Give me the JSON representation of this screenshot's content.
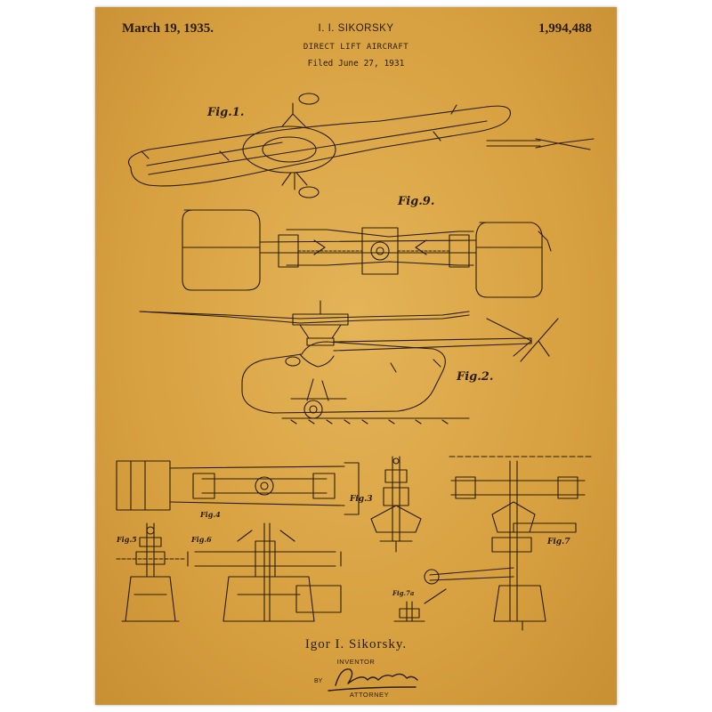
{
  "patent": {
    "date": "March 19, 1935.",
    "inventor_header": "I. I. SIKORSKY",
    "number": "1,994,488",
    "title": "DIRECT LIFT AIRCRAFT",
    "filed": "Filed June 27, 1931"
  },
  "figures": {
    "fig1": "Fig.1.",
    "fig9": "Fig.9.",
    "fig2": "Fig.2.",
    "fig3": "Fig.3",
    "fig4": "Fig.4",
    "fig5": "Fig.5",
    "fig6": "Fig.6",
    "fig7": "Fig.7",
    "fig7a": "Fig.7a"
  },
  "signature": {
    "name": "Igor I. Sikorsky.",
    "role": "INVENTOR",
    "by": "BY",
    "attorney_role": "ATTORNEY"
  },
  "colors": {
    "paper": "#d9a441",
    "ink": "#2a1d0c"
  }
}
